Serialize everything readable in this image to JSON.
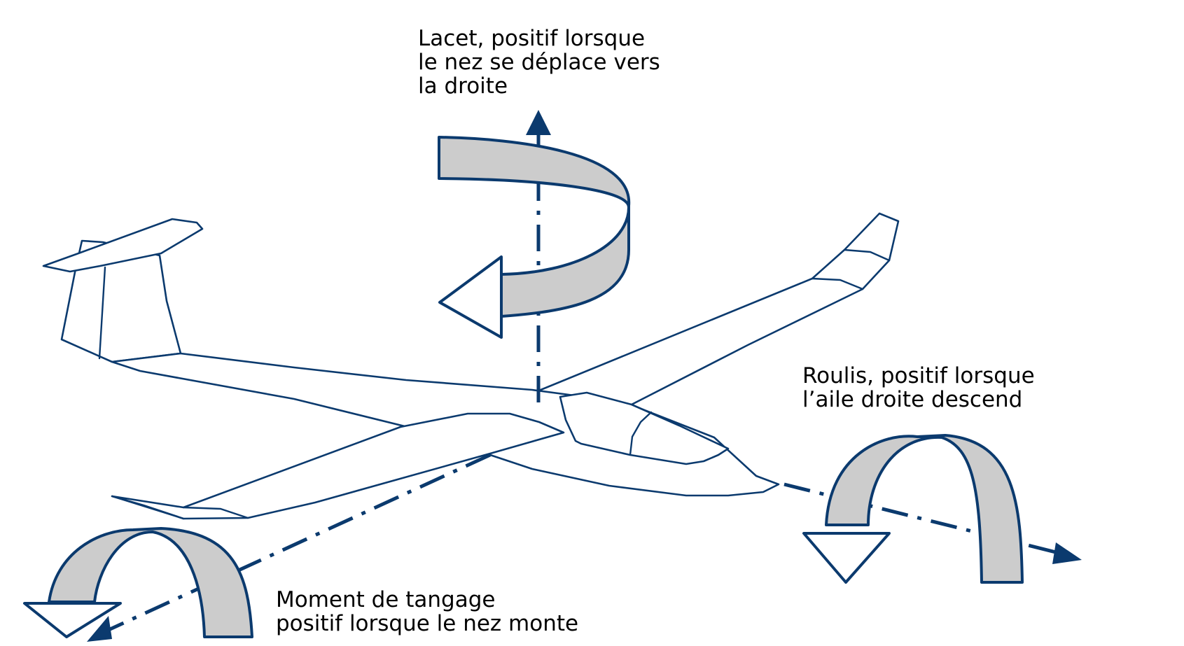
{
  "labels": {
    "yaw": "Lacet, positif lorsque\nle nez se déplace vers\nla droite",
    "roll": "Roulis, positif lorsque\nl’aile droite descend",
    "pitch": "Moment de tangage\npositif lorsque le nez monte"
  },
  "colors": {
    "stroke": "#0b3a6e",
    "band_fill": "#cccccc",
    "text": "#000000",
    "background": "#ffffff"
  }
}
